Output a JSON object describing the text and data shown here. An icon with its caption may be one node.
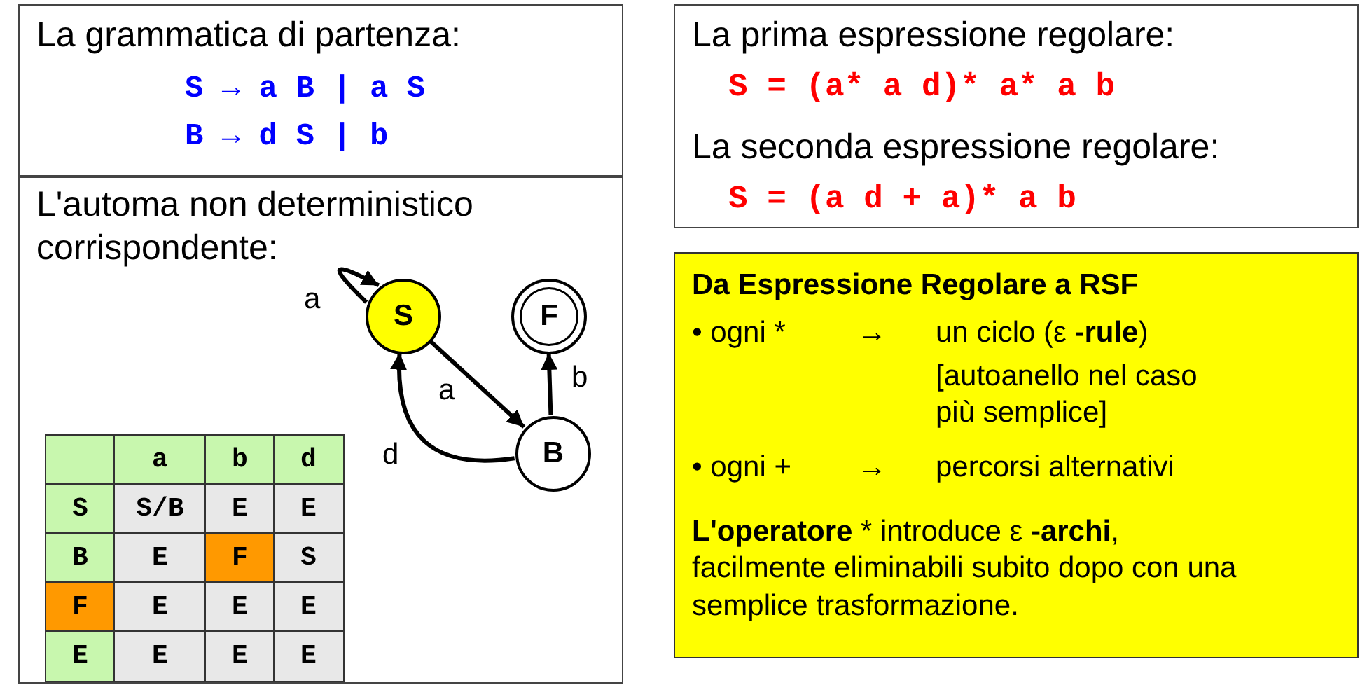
{
  "diagram": {
    "nodes": [
      {
        "text": [
          "La grammatica di partenza:",
          "S → a B | a S",
          "B → d S | b"
        ]
      },
      {
        "text": [
          "L'automa non deterministico corrispondente:"
        ]
      },
      {
        "text": [
          "S"
        ],
        "in": 1
      },
      {
        "text": [
          "F"
        ],
        "in": 1
      },
      {
        "text": [
          "B"
        ],
        "in": 1
      },
      {
        "text": [
          "La prima espressione regolare:",
          "S = (a* a d)* a* a b",
          "La seconda espressione regolare:",
          "S = (a d + a)* a b"
        ]
      },
      {
        "text": [
          "Da Espressione Regolare a RSF",
          "• ogni *",
          "→",
          "un ciclo (ε **-rule**)",
          "[autoanello nel caso più semplice]",
          "• ogni +",
          "→",
          "percorsi alternativi",
          "**L'operatore** * introduce ε **-archi**, facilmente eliminabili subito dopo con una semplice trasformazione."
        ]
      }
    ],
    "edges": [
      {
        "from": 2,
        "to": 2,
        "arrow": "to",
        "label": "a"
      },
      {
        "from": 2,
        "to": 4,
        "arrow": "to",
        "label": "a"
      },
      {
        "from": 4,
        "to": 2,
        "arrow": "to",
        "label": "d"
      },
      {
        "from": 4,
        "to": 3,
        "arrow": "to",
        "label": "b"
      }
    ],
    "labels": [
      "a",
      "b",
      "d",
      "S",
      "S/B",
      "E",
      "E",
      "B",
      "E",
      "F",
      "S",
      "F",
      "E",
      "E",
      "E",
      "E",
      "E",
      "E",
      "E"
    ]
  }
}
